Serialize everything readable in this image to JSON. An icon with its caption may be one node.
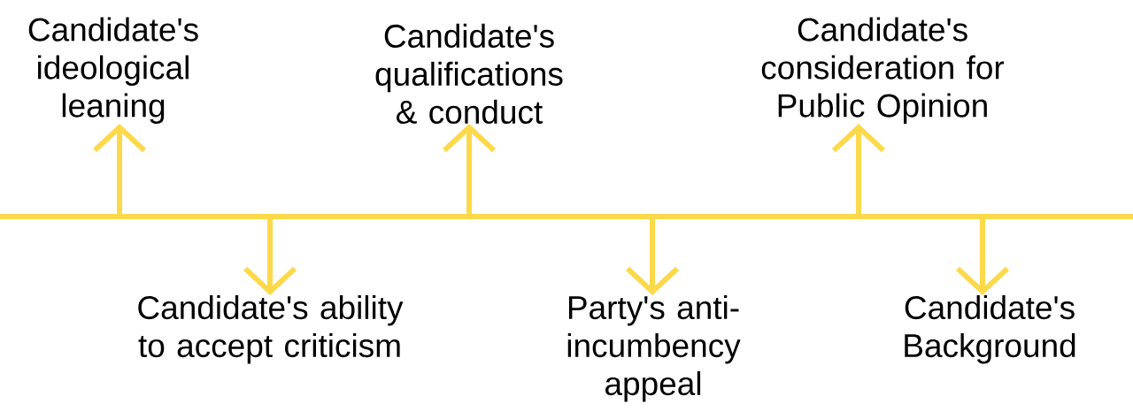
{
  "diagram": {
    "nodes": [
      {
        "text": [
          "Candidate's ideological leaning"
        ]
      },
      {
        "text": [
          "Candidate's ability to accept criticism"
        ]
      },
      {
        "text": [
          "Candidate's qualifications & conduct"
        ]
      },
      {
        "text": [
          "Party's anti-incumbency appeal"
        ]
      },
      {
        "text": [
          "Candidate's consideration for Public Opinion"
        ]
      },
      {
        "text": [
          "Candidate's Background"
        ]
      }
    ],
    "edges": [
      {
        "from": null,
        "to": 0,
        "arrow": "to"
      },
      {
        "from": null,
        "to": 1,
        "arrow": "to"
      },
      {
        "from": null,
        "to": 2,
        "arrow": "to"
      },
      {
        "from": null,
        "to": 3,
        "arrow": "to"
      },
      {
        "from": null,
        "to": 4,
        "arrow": "to"
      },
      {
        "from": null,
        "to": 5,
        "arrow": "to"
      }
    ]
  }
}
